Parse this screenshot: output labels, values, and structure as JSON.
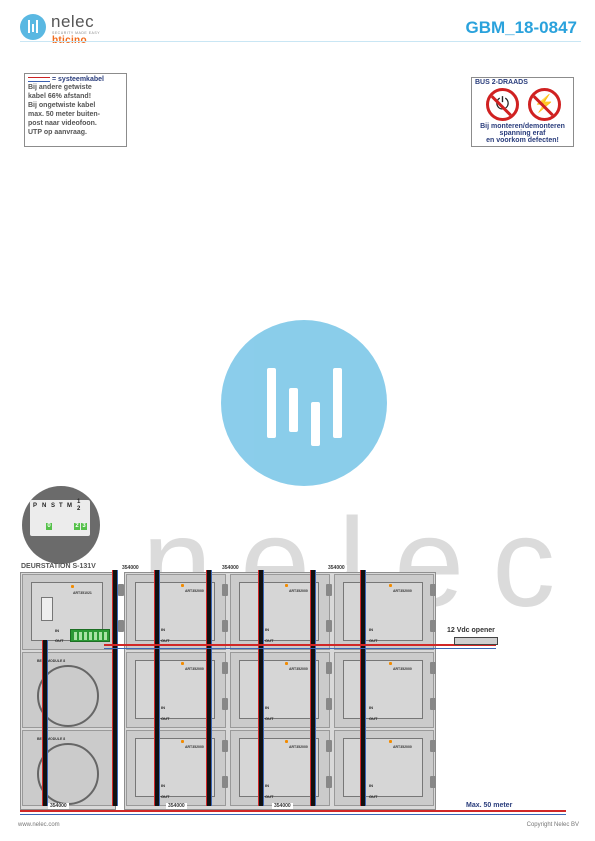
{
  "header": {
    "logo_name": "nelec",
    "logo_tagline": "SECURITY MADE EASY",
    "logo_brand": "bticino",
    "doc_code": "GBM_18-0847"
  },
  "cable_note": {
    "title": "= systeemkabel",
    "lines": [
      "Bij andere getwiste",
      "kabel 66% afstand!",
      "Bij ongetwiste kabel",
      "max. 50 meter buiten-",
      "post naar videofoon.",
      "UTP op aanvraag."
    ]
  },
  "bus_note": {
    "title": "BUS 2-DRAADS",
    "warning": [
      "Bij monteren/demonteren",
      "spanning eraf",
      "en voorkom defecten!"
    ]
  },
  "watermark": {
    "name": "nelec"
  },
  "terminal": {
    "labels": [
      "P",
      "N",
      "S",
      "T",
      "M",
      "1",
      "2"
    ],
    "leds": [
      "0",
      "",
      "",
      "",
      "",
      "2",
      "3"
    ]
  },
  "diagram": {
    "station_title": "DEURSTATION S-131V",
    "modules": {
      "audio_code": "ART351021",
      "button_code": "ART352000",
      "speaker_label": "BEUGMODULE 8"
    },
    "io_in": "IN",
    "io_out": "OUT",
    "cable_code": "354000",
    "opener_label": "12 Vdc opener",
    "max_distance": "Max. 50 meter"
  },
  "footer": {
    "website": "www.nelec.com",
    "copyright": "Copyright Nelec BV"
  },
  "colors": {
    "accent": "#2aa2dc",
    "brand_orange": "#f26a1b",
    "warning_red": "#d02121",
    "note_blue": "#2a3d7c"
  }
}
